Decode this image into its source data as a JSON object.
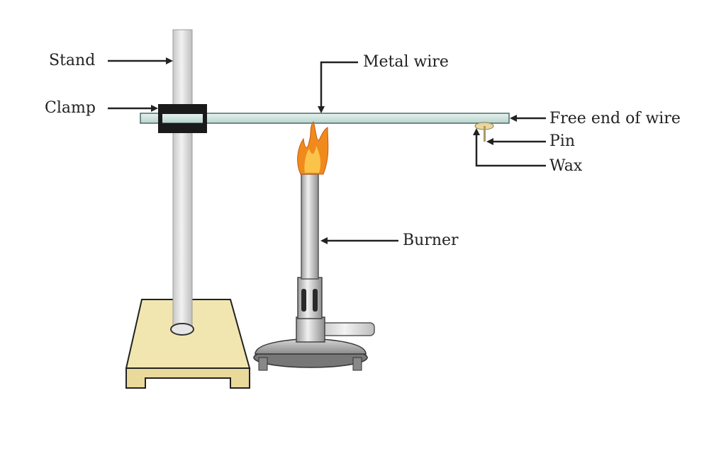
{
  "labels": {
    "stand": "Stand",
    "clamp": "Clamp",
    "metal_wire": "Metal wire",
    "free_end": "Free end of wire",
    "pin": "Pin",
    "wax": "Wax",
    "burner": "Burner"
  },
  "colors": {
    "stand_base": "#f2e6b0",
    "rod": "#d9d9d9",
    "wire": "#cfe3de",
    "clamp": "#1a1a1a",
    "flame_outer": "#f08a1c",
    "flame_inner": "#fbc34a",
    "wax": "#ead7a0",
    "arrow": "#222222"
  }
}
